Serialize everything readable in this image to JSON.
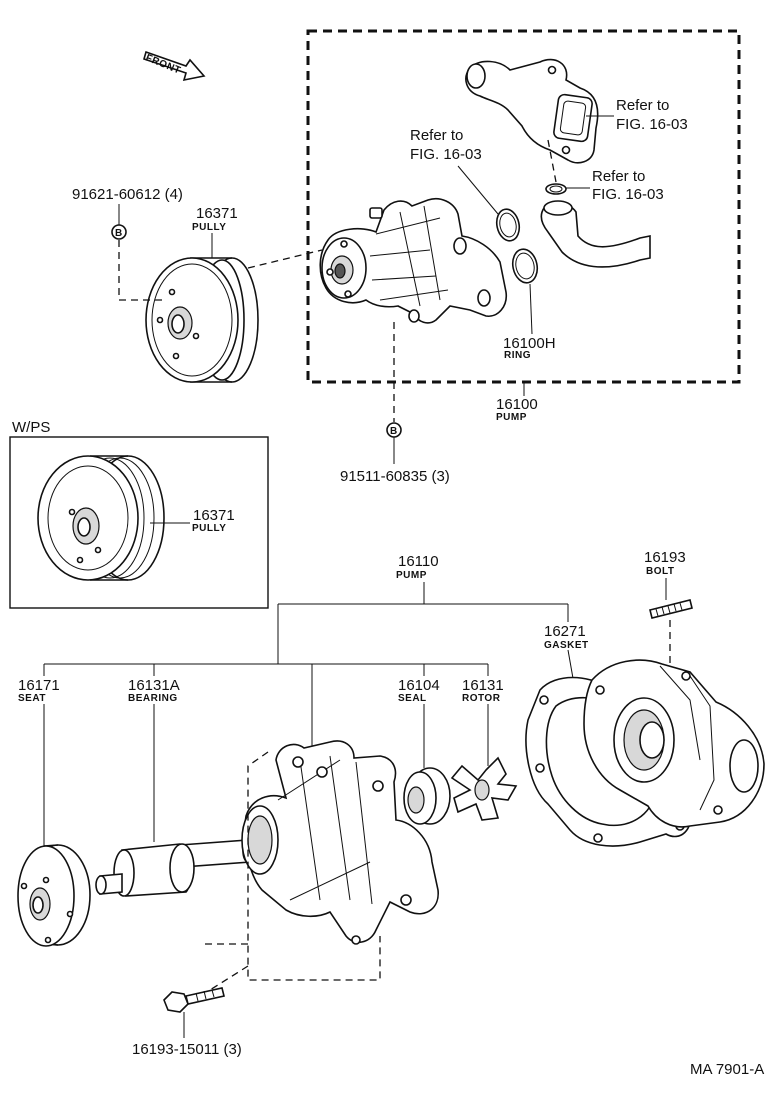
{
  "front_label": "FRONT",
  "footer_code": "MA 7901-A",
  "wps_label": "W/PS",
  "refer": {
    "top_right": [
      "Refer to",
      "FIG. 16-03"
    ],
    "mid_left": [
      "Refer to",
      "FIG. 16-03"
    ],
    "mid_right": [
      "Refer to",
      "FIG. 16-03"
    ]
  },
  "parts": {
    "bolt_top": {
      "number": "91621-60612 (4)",
      "marker": "B"
    },
    "pully_top": {
      "number": "16371",
      "name": "PULLY"
    },
    "ring": {
      "number": "16100H",
      "name": "RING"
    },
    "pump_assy": {
      "number": "16100",
      "name": "PUMP"
    },
    "bolt_mid": {
      "number": "91511-60835 (3)",
      "marker": "B"
    },
    "pully_wps": {
      "number": "16371",
      "name": "PULLY"
    },
    "pump_sub": {
      "number": "16110",
      "name": "PUMP"
    },
    "bolt_stud": {
      "number": "16193",
      "name": "BOLT"
    },
    "gasket": {
      "number": "16271",
      "name": "GASKET"
    },
    "seat": {
      "number": "16171",
      "name": "SEAT"
    },
    "bearing": {
      "number": "16131A",
      "name": "BEARING"
    },
    "seal": {
      "number": "16104",
      "name": "SEAL"
    },
    "rotor": {
      "number": "16131",
      "name": "ROTOR"
    },
    "bolt_bottom": {
      "number": "16193-15011 (3)"
    }
  }
}
